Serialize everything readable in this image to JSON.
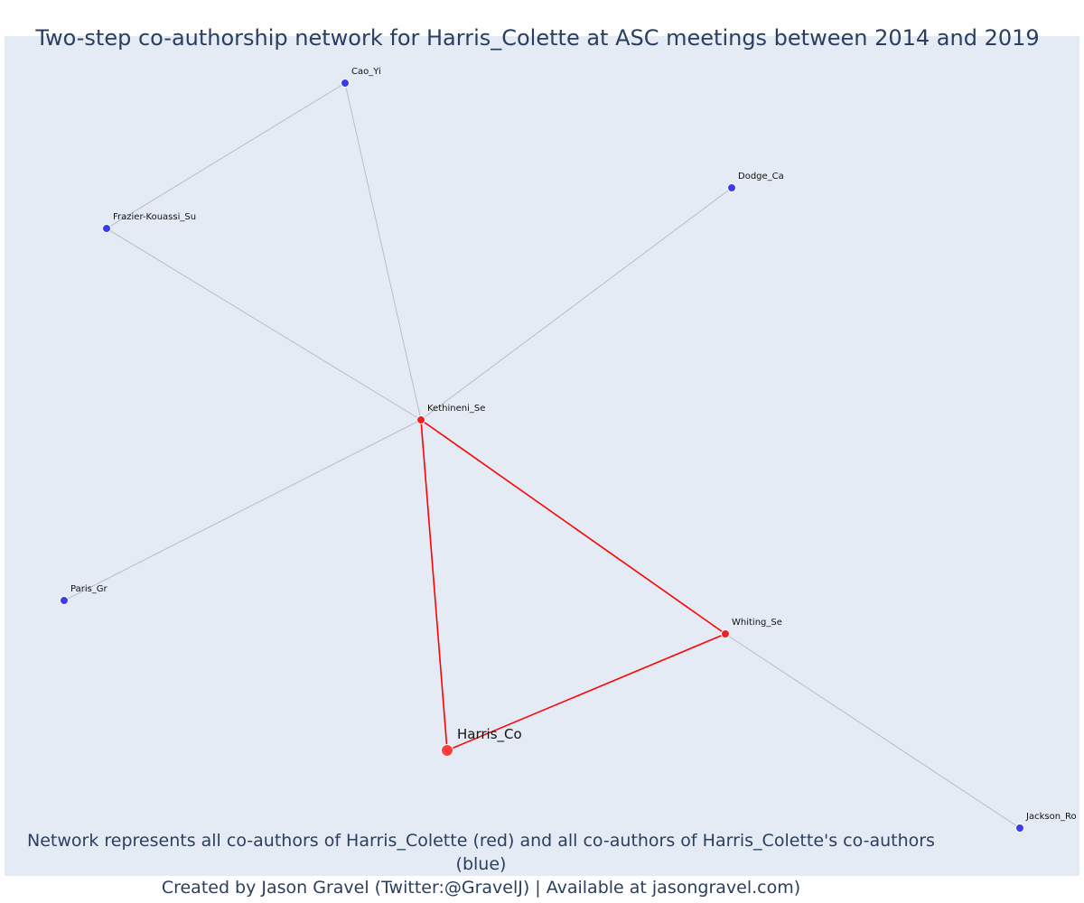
{
  "title": "Two-step co-authorship network for Harris_Colette at ASC meetings between 2014 and 2019",
  "caption": {
    "line1": "Network represents all co-authors of Harris_Colette (red) and all co-authors of Harris_Colette's co-authors (blue)",
    "line2": "Created by Jason Gravel (Twitter:@GravelJ) | Available at jasongravel.com)"
  },
  "colors": {
    "background": "#e5ebf5",
    "focal": "#ff3b3b",
    "first_degree": "#ee2222",
    "second_degree": "#3b3bee",
    "red_edge": "#ff0000",
    "gray_edge": "#b6bccb",
    "text": "#2a3f5f"
  },
  "nodes": [
    {
      "id": "Harris_Co",
      "group": "focal"
    },
    {
      "id": "Kethineni_Se",
      "group": "first_degree"
    },
    {
      "id": "Whiting_Se",
      "group": "first_degree"
    },
    {
      "id": "Cao_Yi",
      "group": "second_degree"
    },
    {
      "id": "Dodge_Ca",
      "group": "second_degree"
    },
    {
      "id": "Frazier-Kouassi_Su",
      "group": "second_degree"
    },
    {
      "id": "Paris_Gr",
      "group": "second_degree"
    },
    {
      "id": "Jackson_Ro",
      "group": "second_degree"
    }
  ],
  "edges": [
    {
      "source": "Harris_Co",
      "target": "Kethineni_Se",
      "type": "red"
    },
    {
      "source": "Harris_Co",
      "target": "Whiting_Se",
      "type": "red"
    },
    {
      "source": "Kethineni_Se",
      "target": "Whiting_Se",
      "type": "red"
    },
    {
      "source": "Kethineni_Se",
      "target": "Cao_Yi",
      "type": "gray"
    },
    {
      "source": "Kethineni_Se",
      "target": "Dodge_Ca",
      "type": "gray"
    },
    {
      "source": "Kethineni_Se",
      "target": "Frazier-Kouassi_Su",
      "type": "gray"
    },
    {
      "source": "Kethineni_Se",
      "target": "Paris_Gr",
      "type": "gray"
    },
    {
      "source": "Cao_Yi",
      "target": "Frazier-Kouassi_Su",
      "type": "gray"
    },
    {
      "source": "Whiting_Se",
      "target": "Jackson_Ro",
      "type": "gray"
    }
  ]
}
